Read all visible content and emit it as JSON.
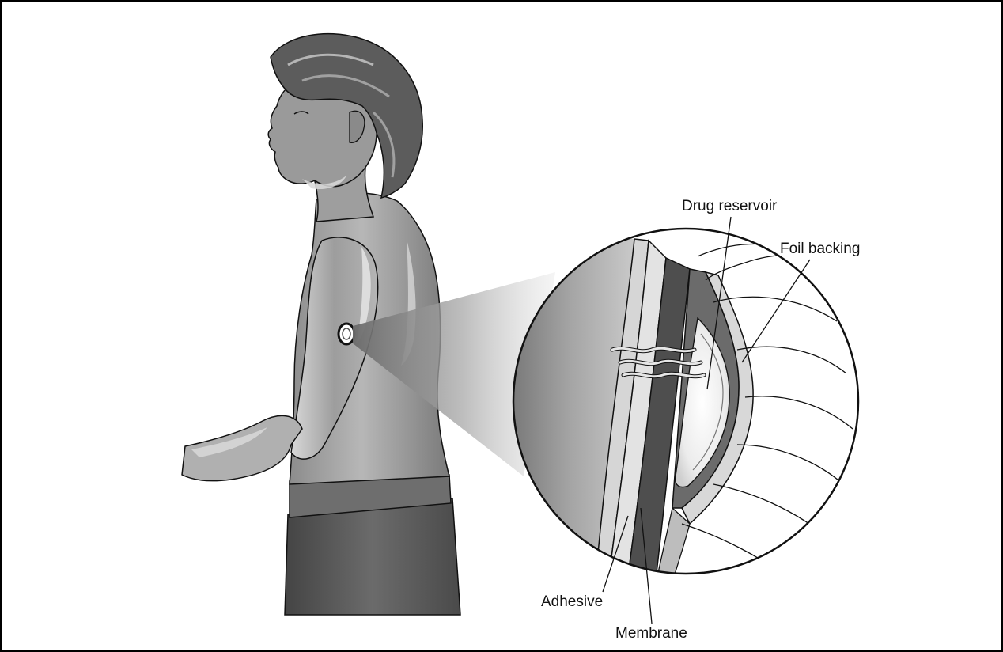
{
  "labels": {
    "drug_reservoir": "Drug reservoir",
    "foil_backing": "Foil backing",
    "adhesive": "Adhesive",
    "membrane": "Membrane"
  },
  "colors": {
    "skin_light": "#b9b9b9",
    "skin_mid": "#9a9a9a",
    "skin_dark": "#6e6e6e",
    "hair": "#5a5a5a",
    "pants": "#555555",
    "layer_dark": "#4a4a4a",
    "outline": "#111111"
  }
}
